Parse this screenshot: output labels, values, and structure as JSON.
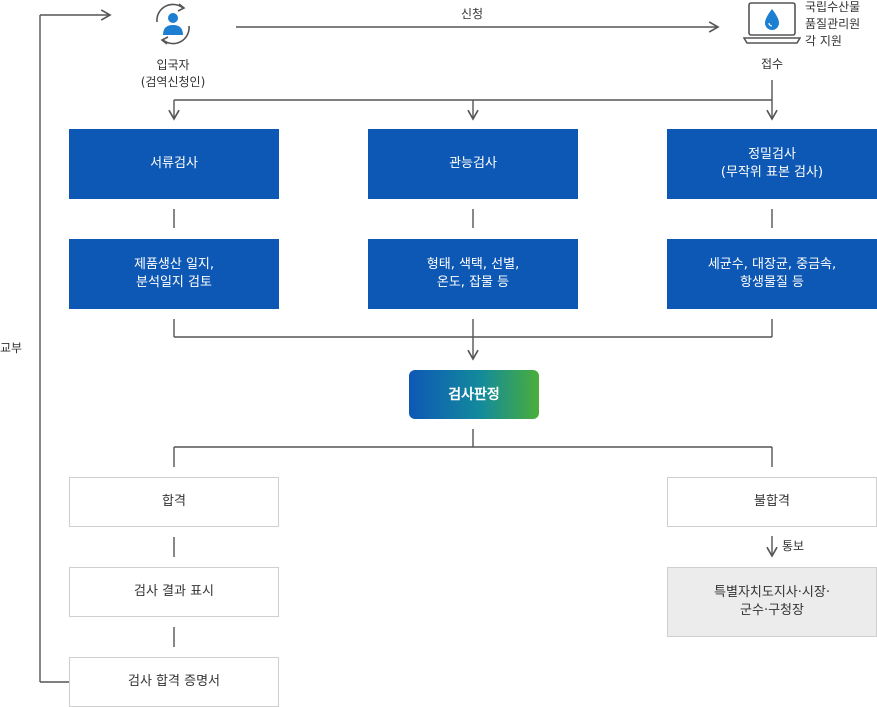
{
  "top": {
    "applicant": "입국자\n(검역신청인)",
    "apply_label": "신청",
    "institute": "국립수산물\n품질관리원\n각 지원",
    "receipt": "접수"
  },
  "inspections": [
    {
      "title": "서류검사",
      "detail": "제품생산 일지,\n분석일지 검토"
    },
    {
      "title": "관능검사",
      "detail": "형태, 색택, 선별,\n온도, 잡물 등"
    },
    {
      "title": "정밀검사\n(무작위 표본 검사)",
      "detail": "세균수, 대장균, 중금속,\n항생물질 등"
    }
  ],
  "judgment": "검사판정",
  "pass_branch": [
    "합격",
    "검사 결과 표시",
    "검사 합격 증명서"
  ],
  "fail_branch": {
    "result": "불합격",
    "notice_label": "통보",
    "authority": "특별자치도지사·시장·\n군수·구청장"
  },
  "issue_label": "교부",
  "colors": {
    "blue": "#0e58b5",
    "gradient_end": "#4aae3a",
    "line": "#555555",
    "gray_box": "#ececec"
  },
  "icons": [
    "person-refresh-icon",
    "laptop-drop-icon"
  ]
}
